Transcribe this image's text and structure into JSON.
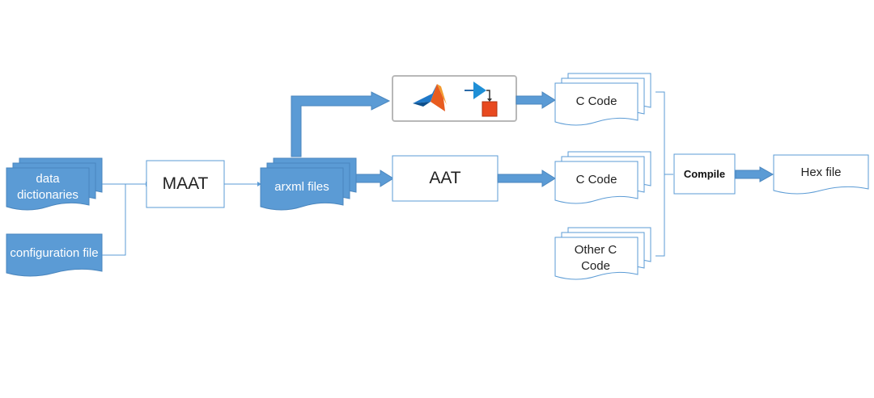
{
  "colors": {
    "accent": "#5b9bd5",
    "accent_dark": "#4a86be",
    "line": "#5b9bd5",
    "box_border": "#5b9bd5"
  },
  "nodes": {
    "data_dictionaries": "data dictionaries",
    "configuration_file": "configuration file",
    "maat": "MAAT",
    "arxml_files": "arxml files",
    "aat": "AAT",
    "c_code_1": "C Code",
    "c_code_2": "C Code",
    "other_c_code": "Other C Code",
    "compile": "Compile",
    "hex_file": "Hex file"
  },
  "icons": {
    "matlab": "matlab-logo-icon",
    "simulink": "simulink-logo-icon"
  }
}
